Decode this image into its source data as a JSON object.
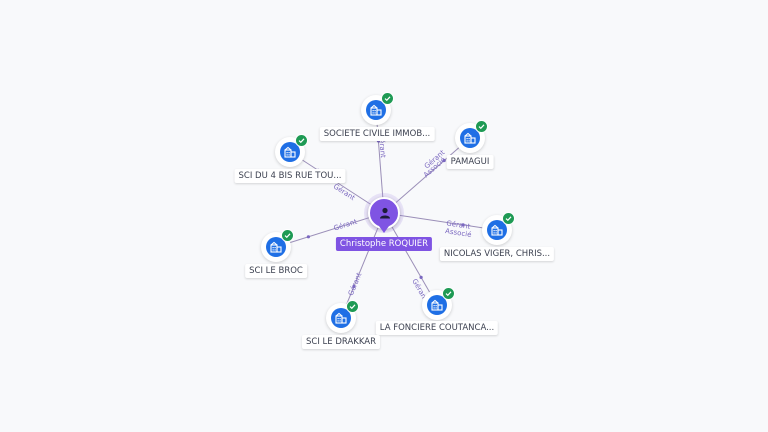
{
  "center": {
    "name": "Christophe ROQUIER"
  },
  "companies": [
    {
      "name": "SOCIETE CIVILE IMMOB...",
      "role": "Gérant",
      "icon": "building-icon",
      "status": "verified"
    },
    {
      "name": "PAMAGUI",
      "role": "Gérant Associé",
      "icon": "building-icon",
      "status": "verified"
    },
    {
      "name": "NICOLAS VIGER, CHRIS...",
      "role": "Gérant Associé",
      "icon": "building-icon",
      "status": "verified"
    },
    {
      "name": "LA FONCIERE COUTANCA...",
      "role": "Gérant",
      "icon": "building-icon",
      "status": "verified"
    },
    {
      "name": "SCI LE DRAKKAR",
      "role": "Gérant",
      "icon": "building-icon",
      "status": "verified"
    },
    {
      "name": "SCI LE BROC",
      "role": "Gérant",
      "icon": "building-icon",
      "status": "verified"
    },
    {
      "name": "SCI DU 4 BIS RUE TOU...",
      "role": "Gérant",
      "icon": "building-icon",
      "status": "verified"
    }
  ],
  "colors": {
    "center": "#7f54e3",
    "company": "#1f6fe5",
    "check": "#1e9a54",
    "edge_label": "#7b68c0"
  }
}
